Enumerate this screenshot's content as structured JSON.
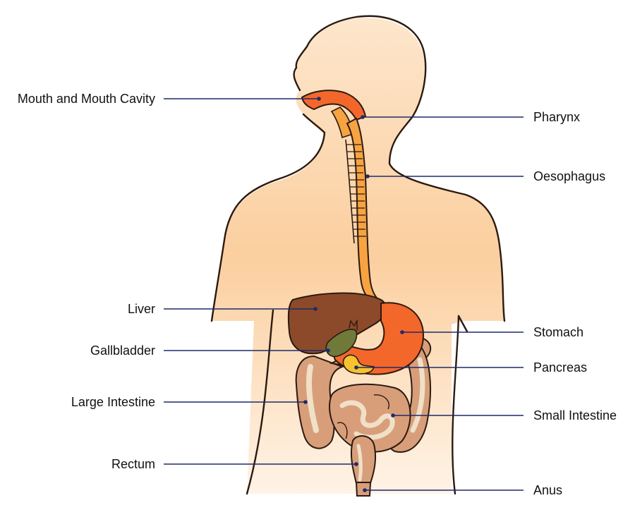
{
  "labels": {
    "mouth": "Mouth and Mouth Cavity",
    "pharynx": "Pharynx",
    "oesophagus": "Oesophagus",
    "liver": "Liver",
    "stomach": "Stomach",
    "gallbladder": "Gallbladder",
    "pancreas": "Pancreas",
    "large_intestine": "Large Intestine",
    "small_intestine": "Small Intestine",
    "rectum": "Rectum",
    "anus": "Anus"
  },
  "colors": {
    "leader_line": "#1f2a6b",
    "skin": "#fbd5a6",
    "oesophagus": "#f7a341",
    "stomach": "#f4672a",
    "liver": "#8c4a2a",
    "gallbladder": "#6f7a3a",
    "pancreas": "#f6c230",
    "intestine": "#d89e7a"
  }
}
